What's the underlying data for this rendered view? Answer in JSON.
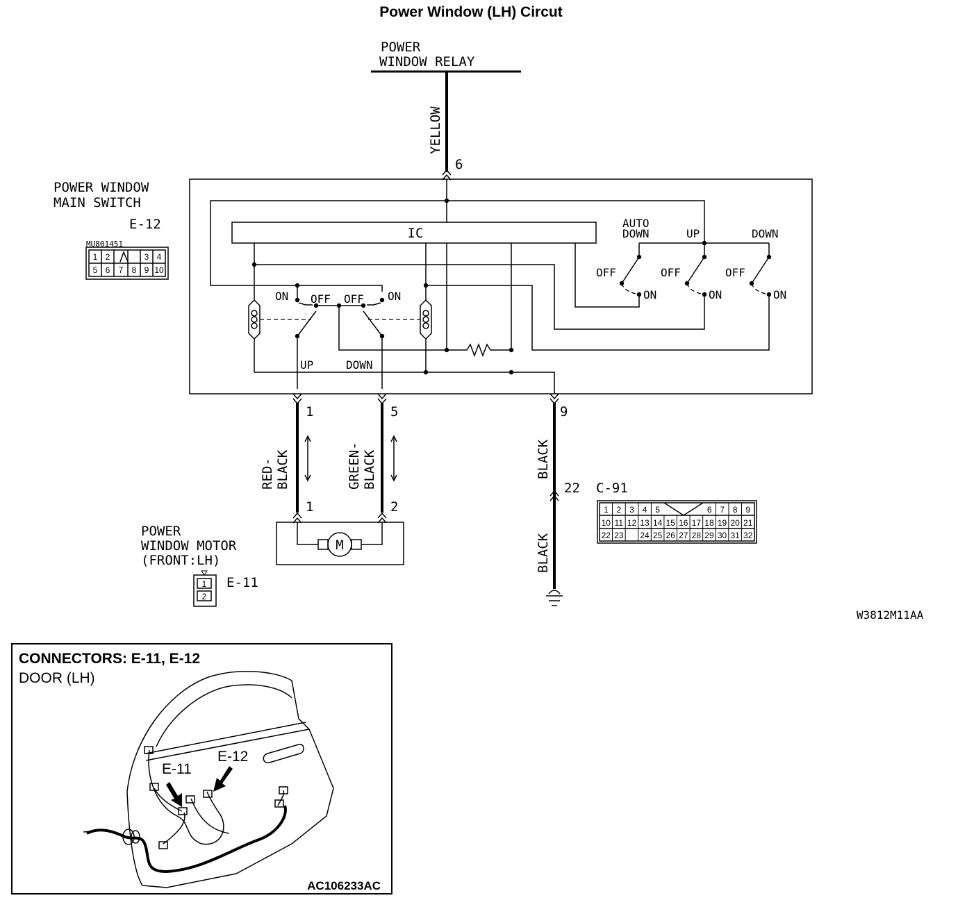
{
  "title": "Power Window (LH) Circut",
  "relay": {
    "line1": "POWER",
    "line2": "WINDOW RELAY"
  },
  "wire_yellow": {
    "color": "YELLOW",
    "pin": "6"
  },
  "main_switch": {
    "line1": "POWER WINDOW",
    "line2": "MAIN SWITCH",
    "connector": "E-12",
    "part_no": "MU801451",
    "pins_row1": [
      "1",
      "2",
      "",
      "3",
      "4"
    ],
    "pins_row2": [
      "5",
      "6",
      "7",
      "8",
      "9",
      "10"
    ],
    "ic_label": "IC",
    "on_left": "ON",
    "off_left": "OFF",
    "off_right": "OFF",
    "on_right": "ON",
    "up": "UP",
    "down": "DOWN",
    "auto_down_1": "AUTO",
    "auto_down_2": "DOWN",
    "sw_up": "UP",
    "sw_down": "DOWN",
    "sw_off_1": "OFF",
    "sw_off_2": "OFF",
    "sw_off_3": "OFF",
    "sw_on_1": "ON",
    "sw_on_2": "ON",
    "sw_on_3": "ON"
  },
  "wire_red_black": {
    "line1": "RED-",
    "line2": "BLACK",
    "pin_top": "1",
    "pin_bottom": "1"
  },
  "wire_green_black": {
    "line1": "GREEN-",
    "line2": "BLACK",
    "pin_top": "5",
    "pin_bottom": "2"
  },
  "wire_black": {
    "color_top": "BLACK",
    "color_bottom": "BLACK",
    "pin_top": "9",
    "pin_mid": "22"
  },
  "joint_connector": {
    "name": "C-91",
    "row1": [
      "1",
      "2",
      "3",
      "4",
      "5",
      "",
      "6",
      "7",
      "8",
      "9"
    ],
    "row2": [
      "10",
      "11",
      "12",
      "13",
      "14",
      "15",
      "16",
      "17",
      "18",
      "19",
      "20",
      "21"
    ],
    "row3": [
      "22",
      "23",
      "",
      "24",
      "25",
      "26",
      "27",
      "28",
      "29",
      "30",
      "31",
      "32"
    ]
  },
  "motor": {
    "line1": "POWER",
    "line2": "WINDOW MOTOR",
    "line3": "(FRONT:LH)",
    "symbol": "M",
    "connector": "E-11",
    "pins": [
      "1",
      "2"
    ]
  },
  "diagram_code": "W3812M11AA",
  "inset": {
    "heading": "CONNECTORS: E-11, E-12",
    "location": "DOOR (LH)",
    "label_e11": "E-11",
    "label_e12": "E-12",
    "code": "AC106233AC"
  }
}
